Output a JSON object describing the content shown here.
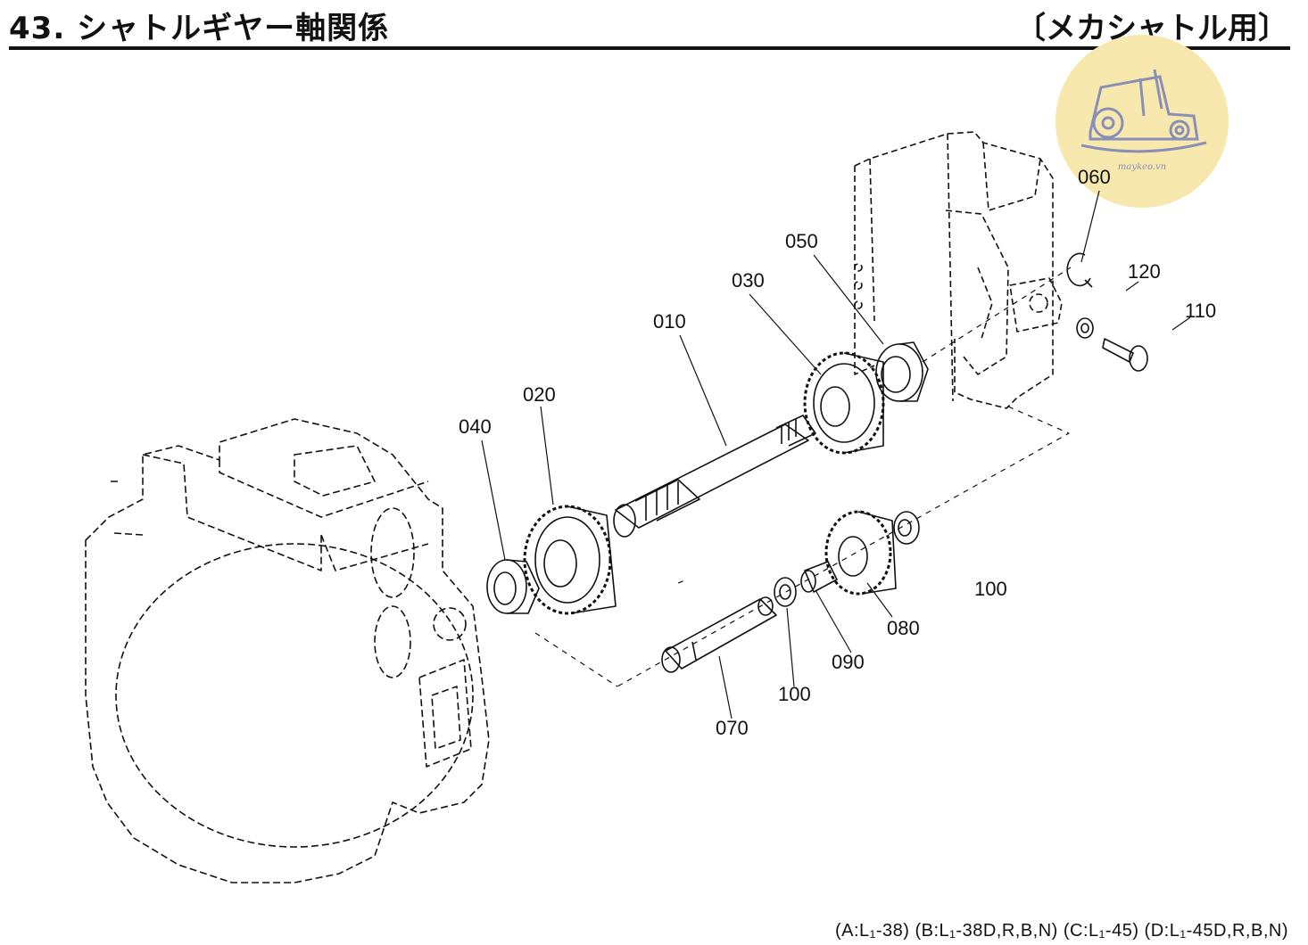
{
  "header": {
    "title": "43. シャトルギヤー軸関係",
    "variant": "〔メカシャトル用〕"
  },
  "watermark": {
    "text": "maykeo.vn",
    "color": "#f5e6a8",
    "icon": "tractor-icon"
  },
  "parts": {
    "p010": "010",
    "p020": "020",
    "p030": "030",
    "p040": "040",
    "p050": "050",
    "p060": "060",
    "p070": "070",
    "p080": "080",
    "p090": "090",
    "p100a": "100",
    "p100b": "100",
    "p110": "110",
    "p120": "120"
  },
  "footer": {
    "models": "(A:L₁-38) (B:L₁-38D,R,B,N) (C:L₁-45) (D:L₁-45D,R,B,N)"
  }
}
